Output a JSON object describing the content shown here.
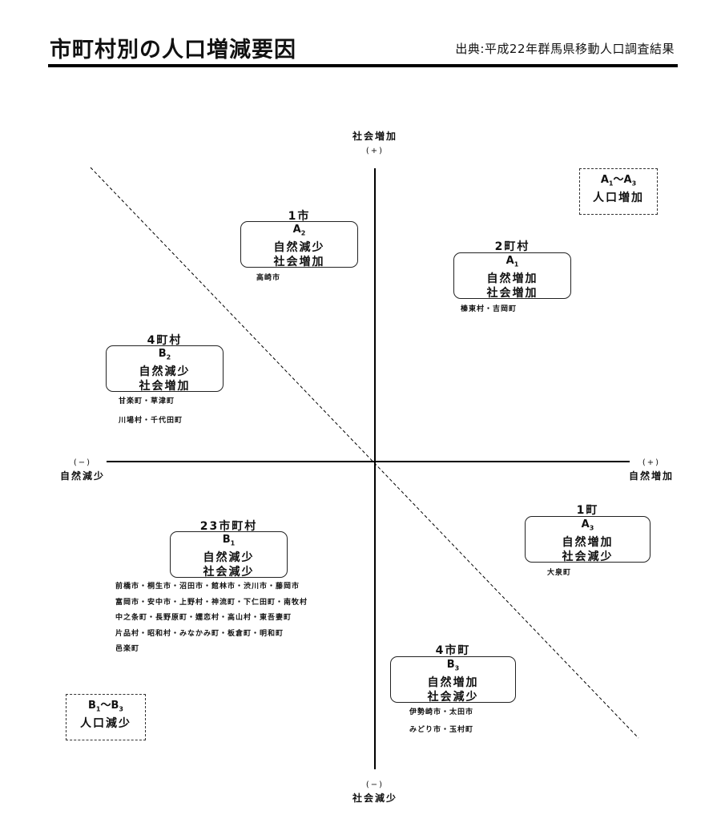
{
  "header": {
    "title": "市町村別の人口増減要因",
    "source": "出典:平成22年群馬県移動人口調査結果"
  },
  "axes": {
    "top": {
      "label": "社会増加",
      "sign": "(+)"
    },
    "bottom": {
      "label": "社会減少",
      "sign": "(−)"
    },
    "left": {
      "label": "自然減少",
      "sign": "(−)"
    },
    "right": {
      "label": "自然増加",
      "sign": "(+)"
    }
  },
  "legends": {
    "increase": {
      "letter1": "A",
      "sub1": "1",
      "tilde": "〜",
      "letter2": "A",
      "sub2": "3",
      "label": "人口増加"
    },
    "decrease": {
      "letter1": "B",
      "sub1": "1",
      "tilde": "〜",
      "letter2": "B",
      "sub2": "3",
      "label": "人口減少"
    }
  },
  "groups": {
    "a2": {
      "count": "1市",
      "letter": "A",
      "sub": "2",
      "natural": "自然減少",
      "social": "社会増加",
      "members": [
        "高崎市"
      ]
    },
    "a1": {
      "count": "2町村",
      "letter": "A",
      "sub": "1",
      "natural": "自然増加",
      "social": "社会増加",
      "members": [
        "榛東村・吉岡町"
      ]
    },
    "b2": {
      "count": "4町村",
      "letter": "B",
      "sub": "2",
      "natural": "自然減少",
      "social": "社会増加",
      "members": [
        "甘楽町・草津町",
        "川場村・千代田町"
      ]
    },
    "a3": {
      "count": "1町",
      "letter": "A",
      "sub": "3",
      "natural": "自然増加",
      "social": "社会減少",
      "members": [
        "大泉町"
      ]
    },
    "b1": {
      "count": "23市町村",
      "letter": "B",
      "sub": "1",
      "natural": "自然減少",
      "social": "社会減少",
      "members": [
        "前橋市・桐生市・沼田市・館林市・渋川市・藤岡市",
        "富岡市・安中市・上野村・神流町・下仁田町・南牧村",
        "中之条町・長野原町・嬬恋村・高山村・東吾妻町",
        "片品村・昭和村・みなかみ町・板倉町・明和町",
        "邑楽町"
      ]
    },
    "b3": {
      "count": "4市町",
      "letter": "B",
      "sub": "3",
      "natural": "自然増加",
      "social": "社会減少",
      "members": [
        "伊勢崎市・太田市",
        "みどり市・玉村町"
      ]
    }
  }
}
